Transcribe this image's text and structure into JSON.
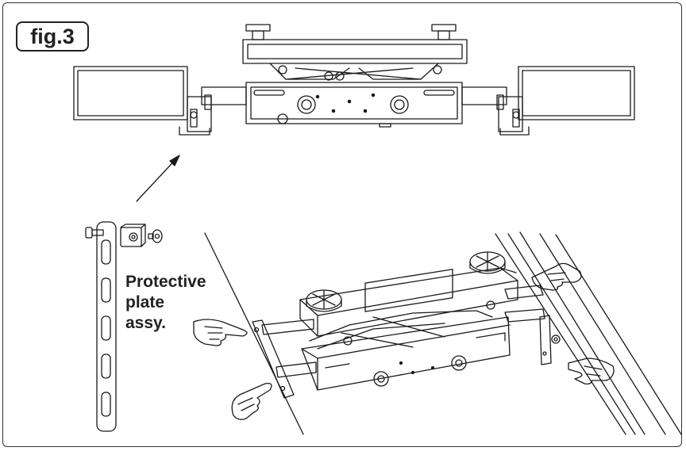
{
  "figure": {
    "label": "fig.3",
    "callout_lines": [
      "Protective",
      "plate",
      "assy."
    ]
  },
  "icons": {
    "arrow": "pointing-arrow-icon",
    "hand": "pointing-hand-icon",
    "plate": "protective-plate-icon",
    "bolt": "bolt-icon",
    "nut": "square-nut-icon",
    "washer": "washer-icon"
  },
  "colors": {
    "line": "#1a1a1a",
    "background": "#ffffff"
  }
}
